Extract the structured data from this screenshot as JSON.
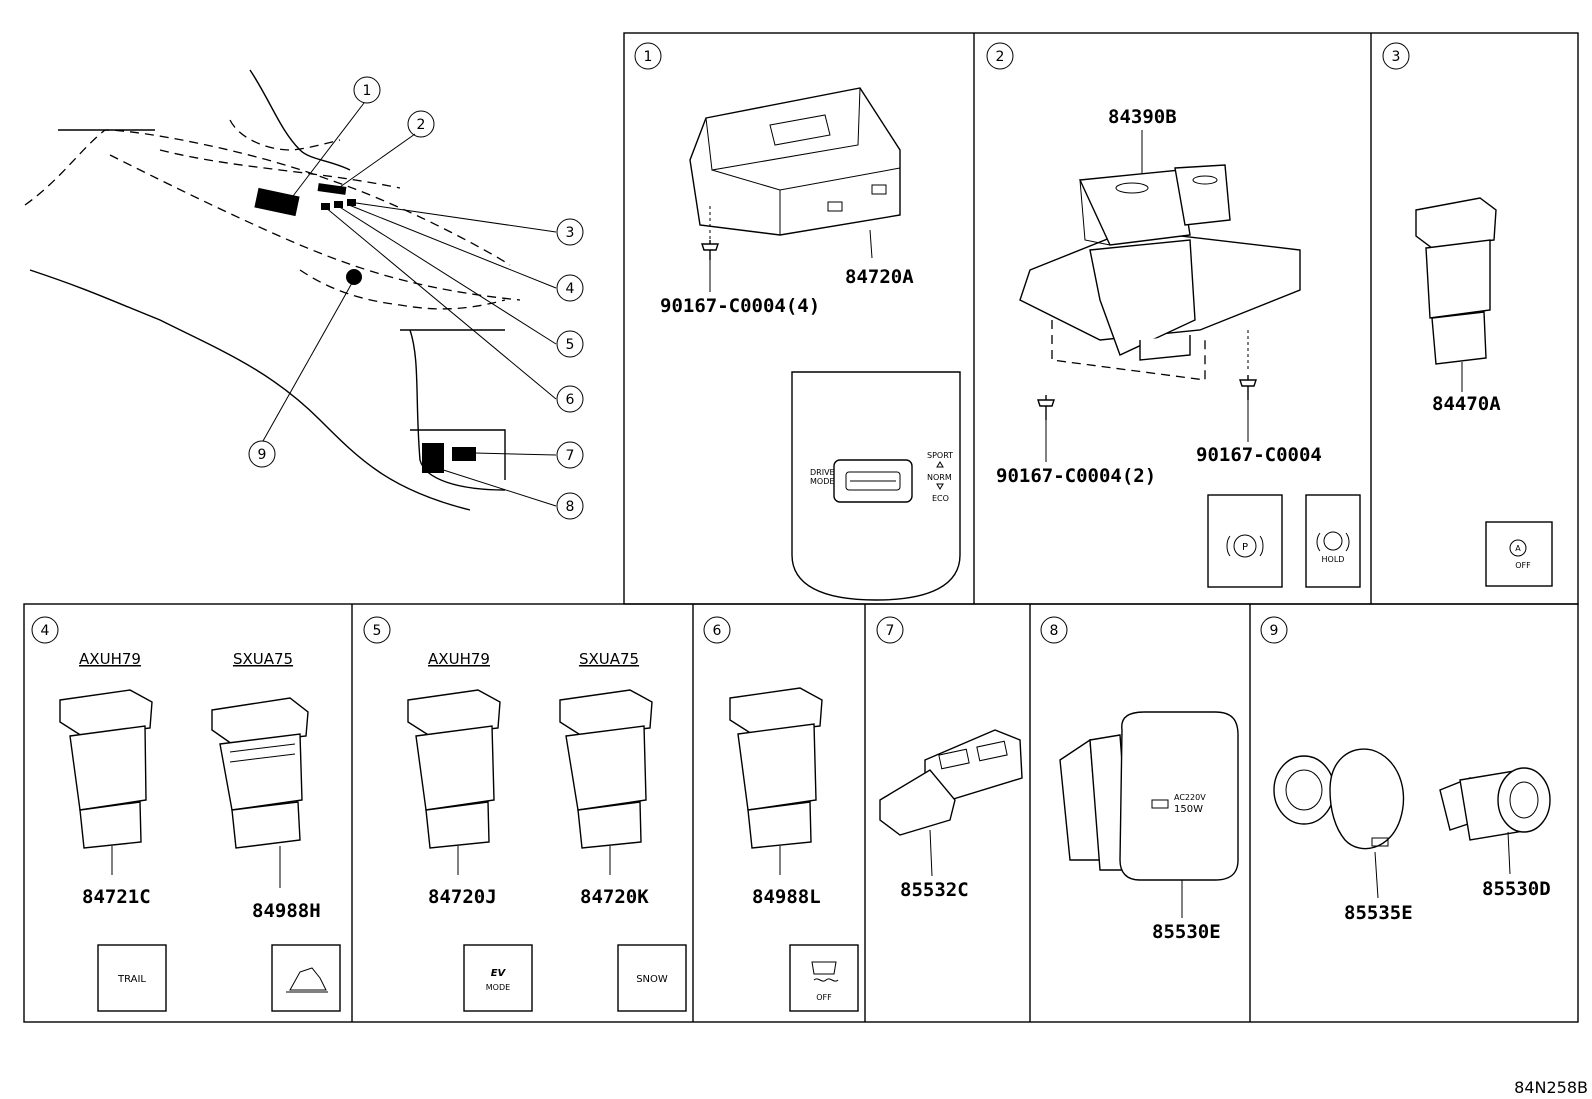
{
  "diagram_ref": "84N258B",
  "callouts": [
    "1",
    "2",
    "3",
    "4",
    "5",
    "6",
    "7",
    "8",
    "9"
  ],
  "panel1": {
    "number": "1",
    "part": "84720A",
    "screw": "90167-C0004(4)",
    "switch_left": [
      "DRIVE",
      "MODE"
    ],
    "switch_right": [
      "SPORT",
      "NORM",
      "ECO"
    ]
  },
  "panel2": {
    "number": "2",
    "part": "84390B",
    "screw_left": "90167-C0004(2)",
    "screw_right": "90167-C0004",
    "icon_parking": "P",
    "icon_hold": "HOLD"
  },
  "panel3": {
    "number": "3",
    "part": "84470A",
    "icon_a": "A",
    "icon_off": "OFF"
  },
  "panel4": {
    "number": "4",
    "model_left": "AXUH79",
    "model_right": "SXUA75",
    "part_left": "84721C",
    "part_right": "84988H",
    "icon_trail": "TRAIL"
  },
  "panel5": {
    "number": "5",
    "model_left": "AXUH79",
    "model_right": "SXUA75",
    "part_left": "84720J",
    "part_right": "84720K",
    "icon_ev": "EV",
    "icon_mode": "MODE",
    "icon_snow": "SNOW"
  },
  "panel6": {
    "number": "6",
    "part": "84988L",
    "icon_off": "OFF"
  },
  "panel7": {
    "number": "7",
    "part": "85532C"
  },
  "panel8": {
    "number": "8",
    "part": "85530E",
    "label_ac": "AC220V",
    "label_w": "150W"
  },
  "panel9": {
    "number": "9",
    "part_left": "85535E",
    "part_right": "85530D"
  },
  "colors": {
    "line": "#000000",
    "background": "#ffffff"
  }
}
